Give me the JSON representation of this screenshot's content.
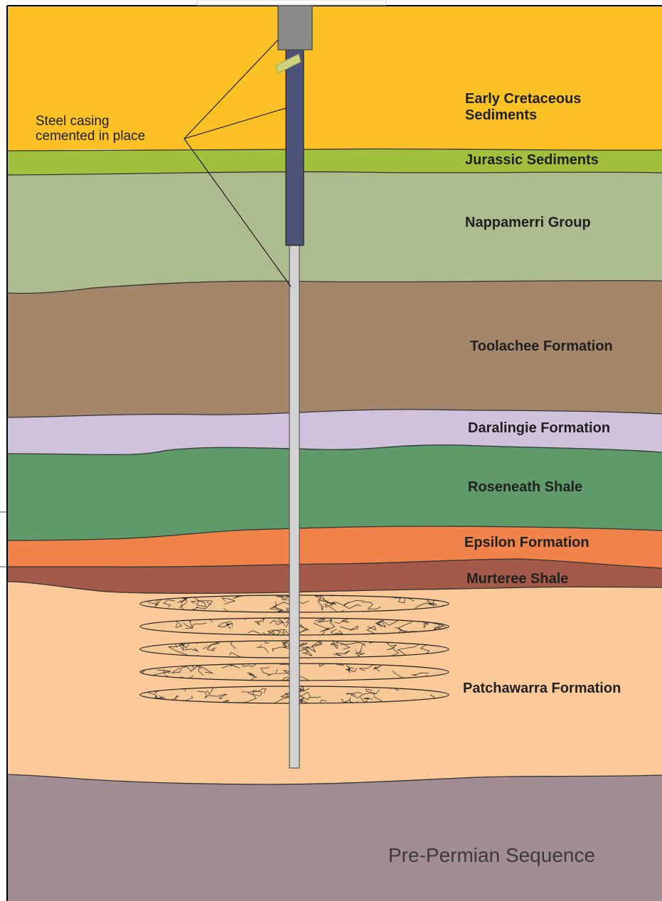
{
  "callout": {
    "line1": "Steel casing",
    "line2": "cemented in place"
  },
  "layers": {
    "early_cretaceous": {
      "line1": "Early Cretaceous",
      "line2": "Sediments",
      "color": "#FCC125"
    },
    "jurassic": {
      "label": "Jurassic Sediments",
      "color": "#A1C13E"
    },
    "nappamerri": {
      "label": "Nappamerri Group",
      "color": "#ADBC8E"
    },
    "toolachee": {
      "label": "Toolachee Formation",
      "color": "#A4876A"
    },
    "daralingie": {
      "label": "Daralingie Formation",
      "color": "#CFC2DD"
    },
    "roseneath": {
      "label": "Roseneath Shale",
      "color": "#5F9B6A"
    },
    "epsilon": {
      "label": "Epsilon Formation",
      "color": "#F08349"
    },
    "murteree": {
      "label": "Murteree Shale",
      "color": "#A45A48"
    },
    "patchawarra": {
      "label": "Patchawarra Formation",
      "color": "#FCCA98"
    },
    "pre_permian": {
      "label": "Pre-Permian Sequence",
      "color": "#A28D94"
    }
  },
  "well": {
    "wellhead_color": "#8A8A8A",
    "casing_color": "#4C5379",
    "liner_color": "#D2D2D2"
  }
}
